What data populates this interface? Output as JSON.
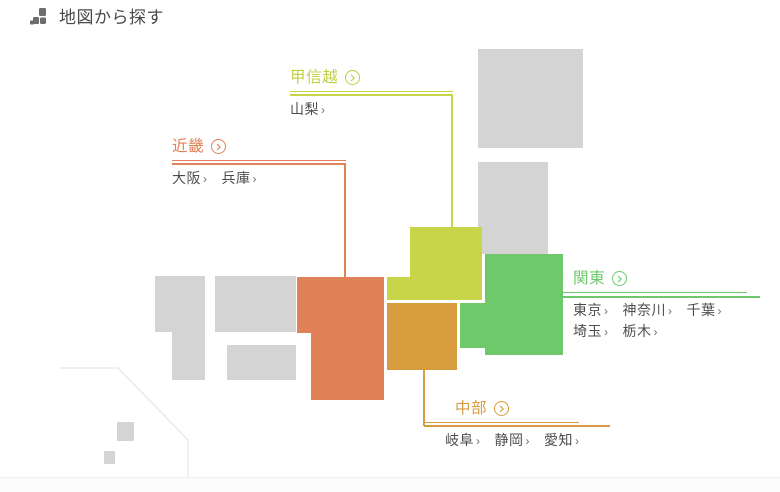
{
  "header": {
    "title": "地図から探す",
    "icon": "map-blocks-icon"
  },
  "colors": {
    "kinki": "#e08158",
    "koshinetsu": "#c8d548",
    "kanto": "#6ec96a",
    "chubu": "#d69c3d",
    "inactive": "#d4d4d4",
    "text": "#4d4d4d"
  },
  "regions": [
    {
      "id": "koshinetsu",
      "name": "甲信越",
      "color": "#c8d548",
      "arrow_icon": "chevron-right-circle-icon",
      "prefectures": [
        {
          "name": "山梨",
          "chev": "›"
        }
      ]
    },
    {
      "id": "kinki",
      "name": "近畿",
      "color": "#e08158",
      "arrow_icon": "chevron-right-circle-icon",
      "prefectures": [
        {
          "name": "大阪",
          "chev": "›"
        },
        {
          "name": "兵庫",
          "chev": "›"
        }
      ]
    },
    {
      "id": "kanto",
      "name": "関東",
      "color": "#6ec96a",
      "arrow_icon": "chevron-right-circle-icon",
      "prefectures": [
        {
          "name": "東京",
          "chev": "›"
        },
        {
          "name": "神奈川",
          "chev": "›"
        },
        {
          "name": "千葉",
          "chev": "›"
        },
        {
          "name": "埼玉",
          "chev": "›"
        },
        {
          "name": "栃木",
          "chev": "›"
        }
      ]
    },
    {
      "id": "chubu",
      "name": "中部",
      "color": "#d69c3d",
      "arrow_icon": "chevron-right-circle-icon",
      "prefectures": [
        {
          "name": "岐阜",
          "chev": "›"
        },
        {
          "name": "静岡",
          "chev": "›"
        },
        {
          "name": "愛知",
          "chev": "›"
        }
      ]
    }
  ]
}
